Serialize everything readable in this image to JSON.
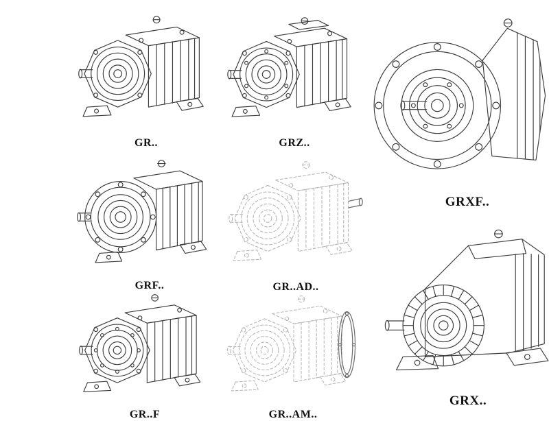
{
  "colors": {
    "background": "#ffffff",
    "line": "#3b3b3b",
    "ghost": "#b9b9b9",
    "accent": "#6a6a6a",
    "label": "#111111"
  },
  "items": [
    {
      "label": "GR..",
      "drawing": "foot-mounted-helical-gearbox-line-drawing",
      "render": "solid"
    },
    {
      "label": "GRZ..",
      "drawing": "foot-mounted-helical-gearbox-line-drawing",
      "render": "solid"
    },
    {
      "label": "GRXF..",
      "drawing": "flange-mounted-gearbox-line-drawing",
      "render": "solid"
    },
    {
      "label": "GRF..",
      "drawing": "flange-foot-gearbox-line-drawing",
      "render": "solid"
    },
    {
      "label": "GR..AD..",
      "drawing": "gearbox-with-input-adapter-line-drawing",
      "render": "dashed"
    },
    {
      "label": "GR..F",
      "drawing": "foot-mounted-gearbox-line-drawing",
      "render": "solid"
    },
    {
      "label": "GR..AM..",
      "drawing": "gearbox-with-motor-flange-line-drawing",
      "render": "dashed"
    },
    {
      "label": "GRX..",
      "drawing": "large-foot-mounted-gearbox-line-drawing",
      "render": "solid"
    }
  ]
}
